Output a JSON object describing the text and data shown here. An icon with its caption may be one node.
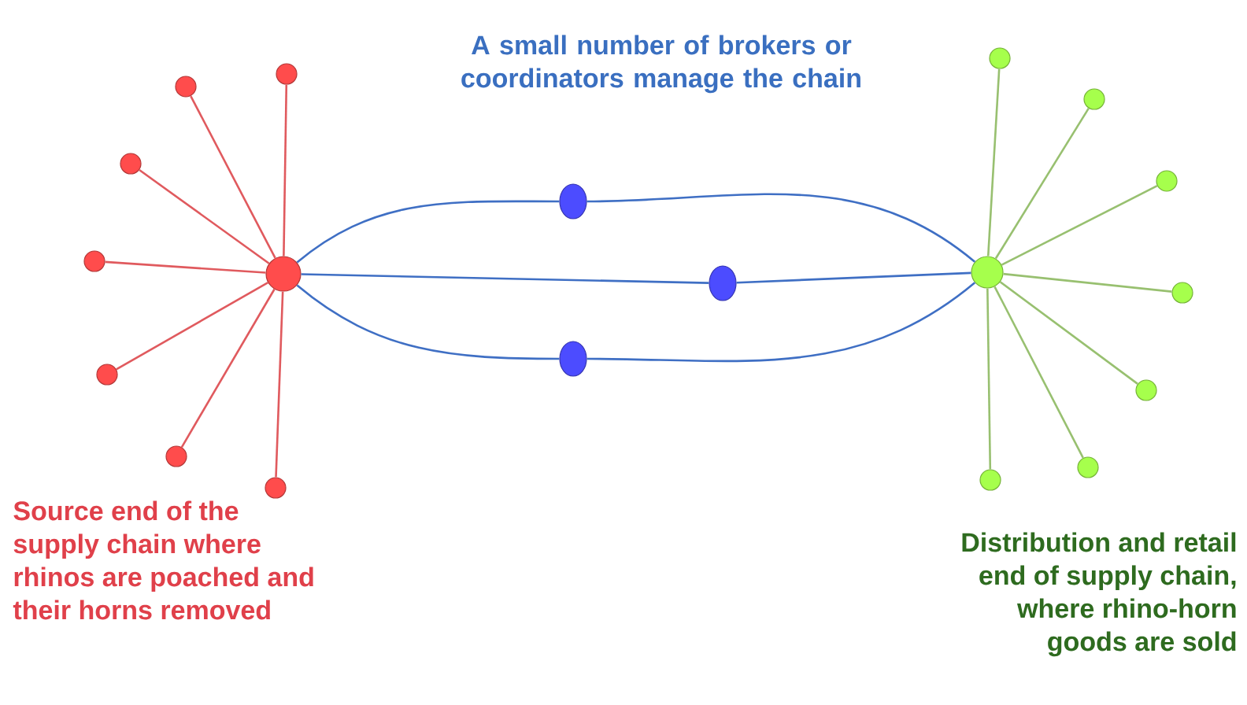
{
  "diagram": {
    "nodes": [
      {
        "text": [],
        "shape": "circle"
      },
      {
        "text": [],
        "shape": "circle"
      },
      {
        "text": [],
        "shape": "circle"
      },
      {
        "text": [],
        "shape": "circle"
      },
      {
        "text": [],
        "shape": "circle"
      },
      {
        "text": [],
        "shape": "circle"
      },
      {
        "text": [],
        "shape": "circle"
      },
      {
        "text": [],
        "shape": "circle"
      },
      {
        "text": [],
        "shape": "circle"
      },
      {
        "text": [],
        "shape": "circle"
      },
      {
        "text": [],
        "shape": "circle"
      },
      {
        "text": [],
        "shape": "circle"
      },
      {
        "text": [],
        "shape": "circle"
      },
      {
        "text": [],
        "shape": "circle"
      },
      {
        "text": [],
        "shape": "circle"
      },
      {
        "text": [],
        "shape": "circle"
      },
      {
        "text": [],
        "shape": "circle"
      },
      {
        "text": [],
        "shape": "circle"
      },
      {
        "text": [],
        "shape": "circle"
      }
    ],
    "edges": [
      {
        "from": 0,
        "to": 1,
        "arrow": "none",
        "color": "#e05a5e"
      },
      {
        "from": 0,
        "to": 2,
        "arrow": "none",
        "color": "#e05a5e"
      },
      {
        "from": 0,
        "to": 3,
        "arrow": "none",
        "color": "#e05a5e"
      },
      {
        "from": 0,
        "to": 4,
        "arrow": "none",
        "color": "#e05a5e"
      },
      {
        "from": 0,
        "to": 5,
        "arrow": "none",
        "color": "#e05a5e"
      },
      {
        "from": 0,
        "to": 6,
        "arrow": "none",
        "color": "#e05a5e"
      },
      {
        "from": 0,
        "to": 7,
        "arrow": "none",
        "color": "#e05a5e"
      },
      {
        "from": 0,
        "to": 8,
        "arrow": "none",
        "color": "#3f6fc4"
      },
      {
        "from": 8,
        "to": 11,
        "arrow": "none",
        "color": "#3f6fc4"
      },
      {
        "from": 0,
        "to": 9,
        "arrow": "none",
        "color": "#3f6fc4"
      },
      {
        "from": 9,
        "to": 11,
        "arrow": "none",
        "color": "#3f6fc4"
      },
      {
        "from": 0,
        "to": 10,
        "arrow": "none",
        "color": "#3f6fc4"
      },
      {
        "from": 10,
        "to": 11,
        "arrow": "none",
        "color": "#3f6fc4"
      },
      {
        "from": 11,
        "to": 12,
        "arrow": "none",
        "color": "#98c070"
      },
      {
        "from": 11,
        "to": 13,
        "arrow": "none",
        "color": "#98c070"
      },
      {
        "from": 11,
        "to": 14,
        "arrow": "none",
        "color": "#98c070"
      },
      {
        "from": 11,
        "to": 15,
        "arrow": "none",
        "color": "#98c070"
      },
      {
        "from": 11,
        "to": 16,
        "arrow": "none",
        "color": "#98c070"
      },
      {
        "from": 11,
        "to": 17,
        "arrow": "none",
        "color": "#98c070"
      },
      {
        "from": 11,
        "to": 18,
        "arrow": "none",
        "color": "#98c070"
      }
    ],
    "labels": [
      "A small number of brokers or coordinators manage the chain",
      "Source end of the supply chain where rhinos are poached and their horns removed",
      "Distribution and retail end of supply chain, where rhino-horn goods are sold"
    ]
  }
}
